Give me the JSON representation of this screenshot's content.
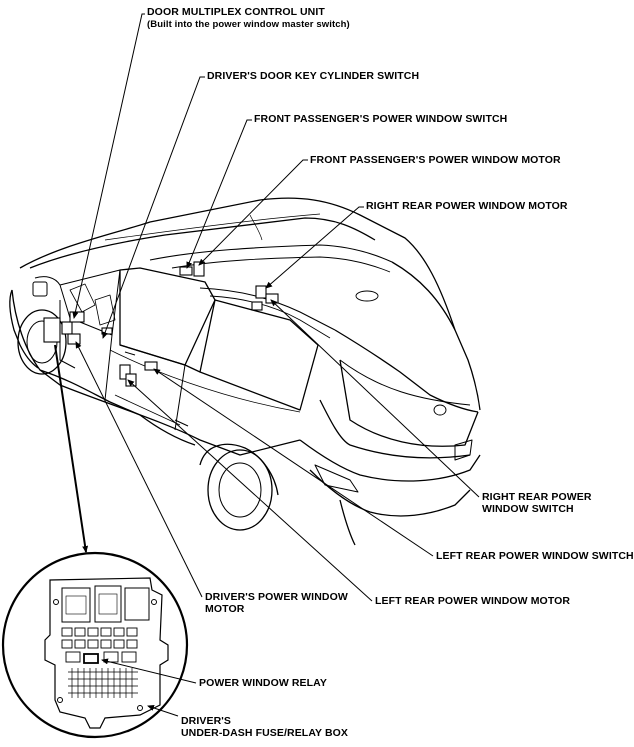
{
  "labels": {
    "door_multiplex": {
      "line1": "DOOR MULTIPLEX CONTROL UNIT",
      "line2": "(Built into the power window master switch)"
    },
    "key_cylinder": {
      "line1": "DRIVER'S DOOR KEY CYLINDER SWITCH"
    },
    "fp_switch": {
      "line1": "FRONT PASSENGER'S POWER WINDOW SWITCH"
    },
    "fp_motor": {
      "line1": "FRONT PASSENGER'S POWER WINDOW MOTOR"
    },
    "rr_motor": {
      "line1": "RIGHT REAR POWER WINDOW MOTOR"
    },
    "rr_switch": {
      "line1": "RIGHT REAR POWER",
      "line2": "WINDOW SWITCH"
    },
    "lr_switch": {
      "line1": "LEFT REAR POWER WINDOW SWITCH"
    },
    "lr_motor": {
      "line1": "LEFT REAR POWER WINDOW MOTOR"
    },
    "driver_motor": {
      "line1": "DRIVER'S POWER WINDOW",
      "line2": "MOTOR"
    },
    "relay": {
      "line1": "POWER WINDOW RELAY"
    },
    "fuse_box": {
      "line1": "DRIVER'S",
      "line2": "UNDER-DASH FUSE/RELAY BOX"
    }
  }
}
